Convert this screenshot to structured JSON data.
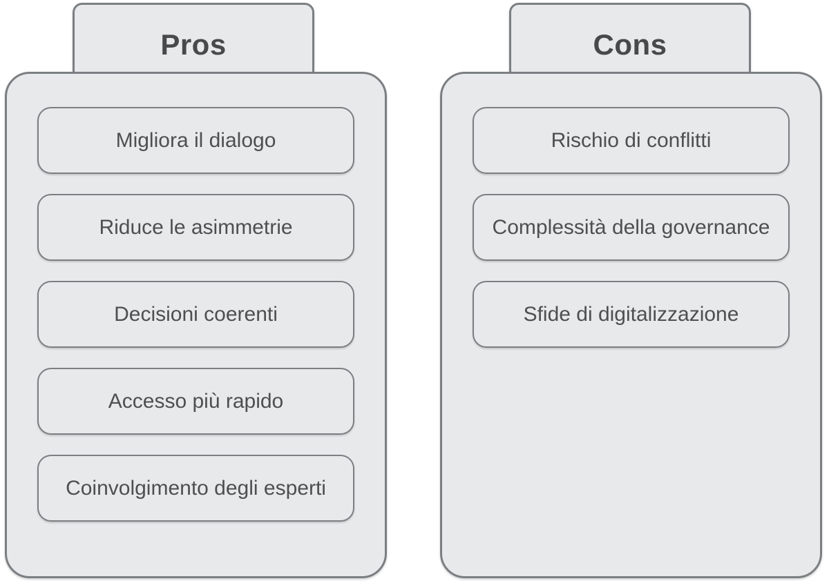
{
  "diagram": {
    "background": "#ffffff",
    "colors": {
      "panel_fill": "#e8e9ea",
      "border": "#7b7f82",
      "heading_text": "#48494b",
      "item_text": "#4d4f51"
    },
    "columns": [
      {
        "id": "pros",
        "title": "Pros",
        "items": [
          "Migliora il dialogo",
          "Riduce le asimmetrie",
          "Decisioni coerenti",
          "Accesso più rapido",
          "Coinvolgimento degli esperti"
        ]
      },
      {
        "id": "cons",
        "title": "Cons",
        "items": [
          "Rischio di conflitti",
          "Complessità della governance",
          "Sfide di digitalizzazione"
        ]
      }
    ]
  }
}
